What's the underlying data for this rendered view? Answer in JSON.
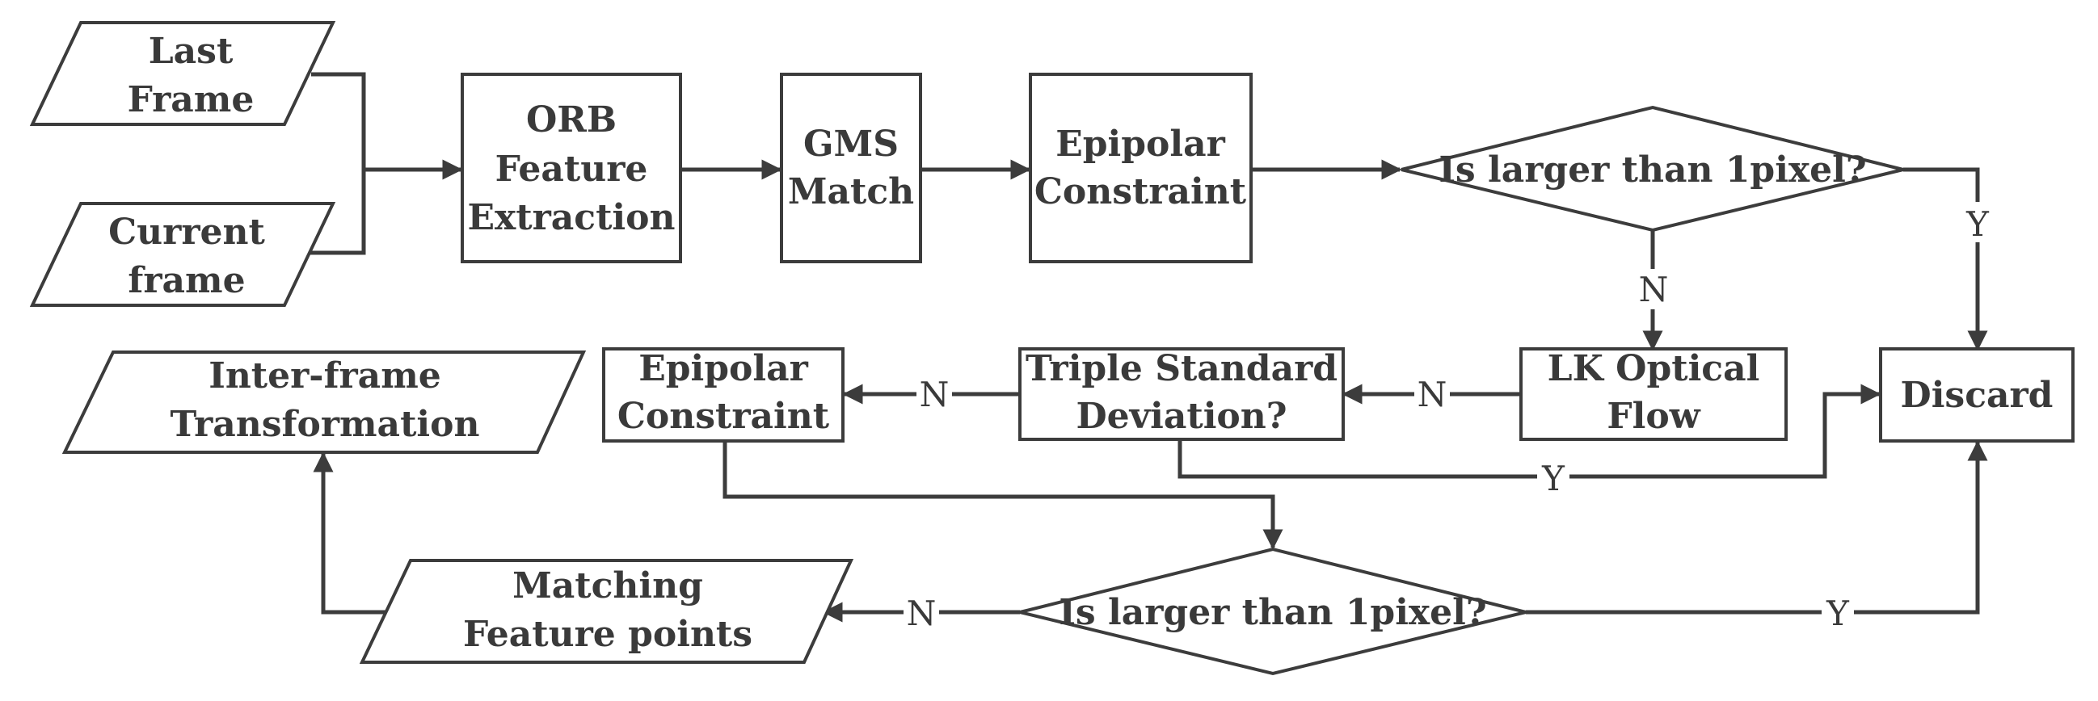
{
  "nodes": {
    "last_frame": [
      "Last",
      "Frame"
    ],
    "current_frame": [
      "Current",
      "frame"
    ],
    "orb": [
      "ORB",
      "Feature",
      "Extraction"
    ],
    "gms": [
      "GMS",
      "Match"
    ],
    "epipolar_top": [
      "Epipolar",
      "Constraint"
    ],
    "decision_top": "Is larger than 1pixel?",
    "discard": "Discard",
    "lk": [
      "LK Optical",
      "Flow"
    ],
    "triple": [
      "Triple Standard",
      "Deviation?"
    ],
    "epipolar_mid": [
      "Epipolar",
      "Constraint"
    ],
    "inter_frame": [
      "Inter-frame",
      "Transformation"
    ],
    "decision_bottom": "Is larger than 1pixel?",
    "matching": [
      "Matching",
      "Feature points"
    ]
  },
  "edge_labels": {
    "top_decision_yes": "Y",
    "top_decision_no": "N",
    "lk_to_triple": "N",
    "triple_no": "N",
    "triple_yes": "Y",
    "bottom_decision_no": "N",
    "bottom_decision_yes": "Y"
  }
}
